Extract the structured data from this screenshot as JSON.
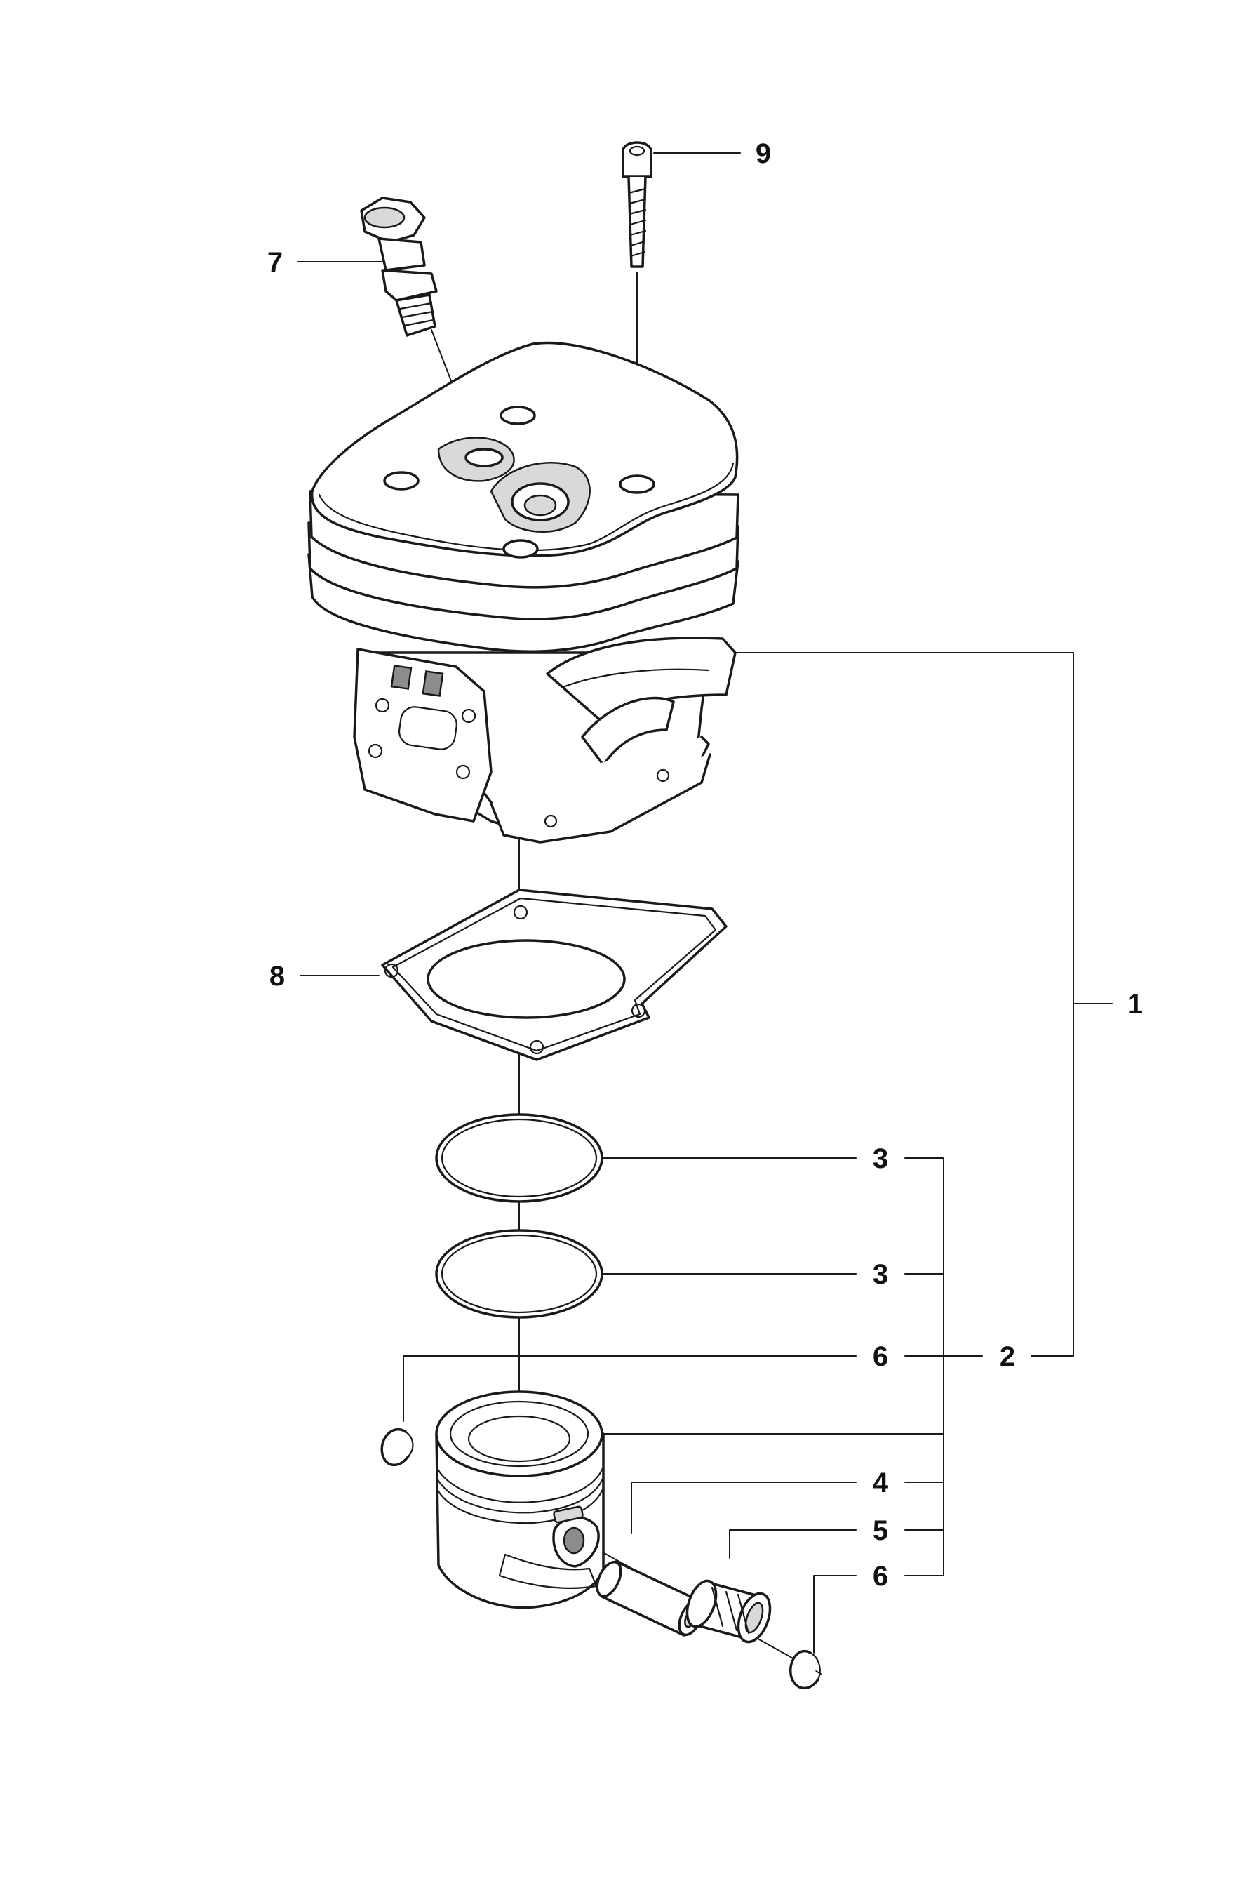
{
  "callouts": {
    "c1": "1",
    "c2": "2",
    "c3a": "3",
    "c3b": "3",
    "c4": "4",
    "c5": "5",
    "c6a": "6",
    "c6b": "6",
    "c7": "7",
    "c8": "8",
    "c9": "9"
  },
  "icons": {
    "bolt": "screw-icon",
    "valve": "decompression-valve-icon",
    "cylinder": "cylinder-icon",
    "gasket": "gasket-icon",
    "ring": "piston-ring-icon",
    "piston": "piston-icon",
    "pin": "piston-pin-icon",
    "bearing": "needle-bearing-icon",
    "circlip": "circlip-icon"
  },
  "colors": {
    "line": "#1a1a1a",
    "shade": "#d9d9d9",
    "dark": "#8c8c8c",
    "background": "#ffffff"
  }
}
